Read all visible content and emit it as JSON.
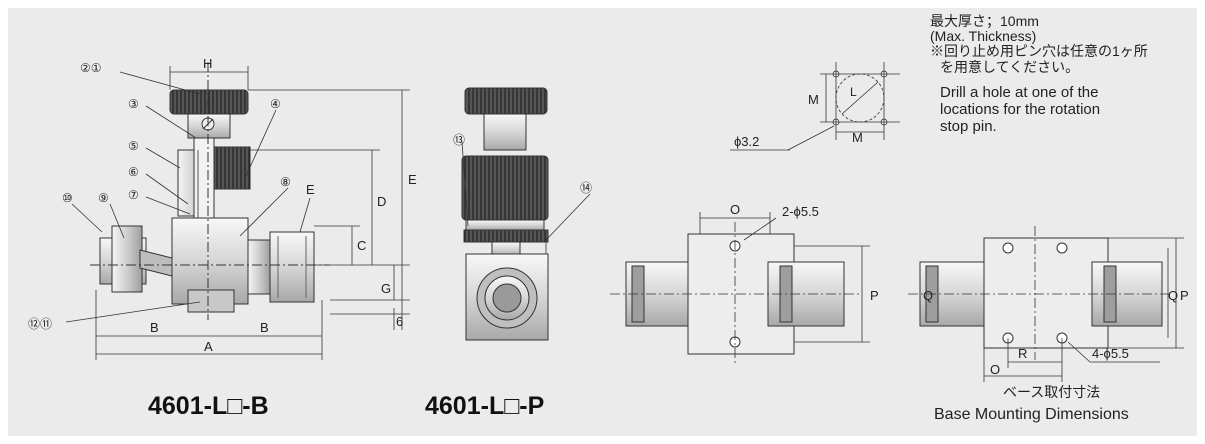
{
  "notes": {
    "line1": "最大厚さ；10mm",
    "line2": "(Max. Thickness)",
    "line3": "※回り止め用ピン穴は任意の1ヶ所",
    "line4": "を用意してください。",
    "line5": "Drill a hole at one of the",
    "line6": "locations for the rotation",
    "line7": "stop pin."
  },
  "models": {
    "b_type": "4601-L□-B",
    "p_type": "4601-L□-P"
  },
  "captions": {
    "jp": "ベース取付寸法",
    "en": "Base Mounting Dimensions"
  },
  "dims": {
    "H": "H",
    "E": "E",
    "D": "D",
    "C": "C",
    "G": "G",
    "six": "6",
    "B": "B",
    "A": "A",
    "E2": "E",
    "M": "M",
    "L": "L",
    "phi32": "ϕ3.2",
    "O": "O",
    "hole2": "2-ϕ5.5",
    "P": "P",
    "Q": "Q",
    "R": "R",
    "hole4": "4-ϕ5.5"
  },
  "parts": {
    "p21": "②①",
    "p3": "③",
    "p4": "④",
    "p5": "⑤",
    "p6": "⑥",
    "p7": "⑦",
    "p8": "⑧",
    "p9": "⑨",
    "p10": "⑩",
    "p1211": "⑫⑪",
    "p13": "⑬",
    "p14": "⑭"
  }
}
